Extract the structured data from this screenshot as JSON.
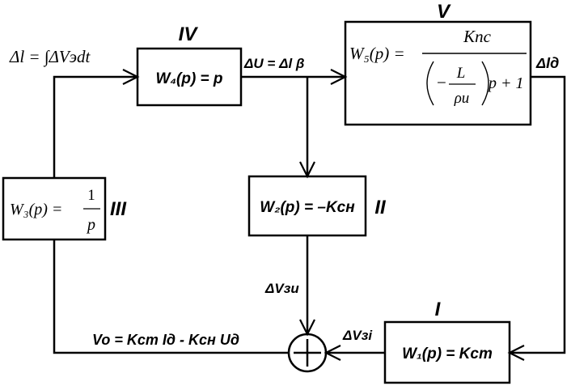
{
  "blocks": {
    "w1": {
      "roman": "I",
      "formula": "W₁(p) = Kст"
    },
    "w2": {
      "roman": "II",
      "formula": "W₂(p) = –Kсн"
    },
    "w3": {
      "roman": "III",
      "lhs": "W₃(p) =",
      "num": "1",
      "den": "p"
    },
    "w4": {
      "roman": "IV",
      "formula": "W₄(p) = p"
    },
    "w5": {
      "roman": "V",
      "lhs": "W₅(p) =",
      "num": "Kпс",
      "frac_num": "L",
      "frac_den": "ρu",
      "minus": "−",
      "tail": "p + 1"
    }
  },
  "signals": {
    "delta_l": "Δl = ∫ΔVэdt",
    "delta_u": "ΔU = Δl β",
    "delta_id": "ΔIд",
    "delta_vzu": "ΔVзи",
    "delta_vzi": "ΔVзi",
    "v0": "Vo = Kст Iд - Kсн Uд"
  }
}
